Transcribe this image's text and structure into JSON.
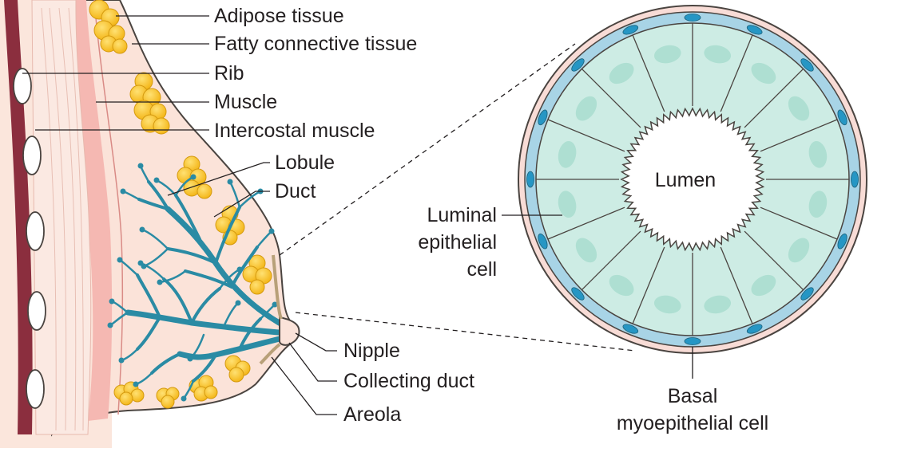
{
  "labels": {
    "adipose_tissue": "Adipose tissue",
    "fatty_connective_tissue": "Fatty connective tissue",
    "rib": "Rib",
    "muscle": "Muscle",
    "intercostal_muscle": "Intercostal muscle",
    "lobule": "Lobule",
    "duct": "Duct",
    "nipple": "Nipple",
    "collecting_duct": "Collecting duct",
    "areola": "Areola",
    "lumen": "Lumen",
    "luminal_line1": "Luminal",
    "luminal_line2": "epithelial",
    "luminal_line3": "cell",
    "basal_line1": "Basal",
    "basal_line2": "myoepithelial cell"
  },
  "colors": {
    "skin": "#fbe3d9",
    "fat": "#f7c21c",
    "duct": "#2a8ba4",
    "rib_muscle": "#8b2e3e",
    "epithelium": "#cdece4",
    "basal_layer": "#a8d4e6",
    "nucleus": "#2696c4"
  }
}
